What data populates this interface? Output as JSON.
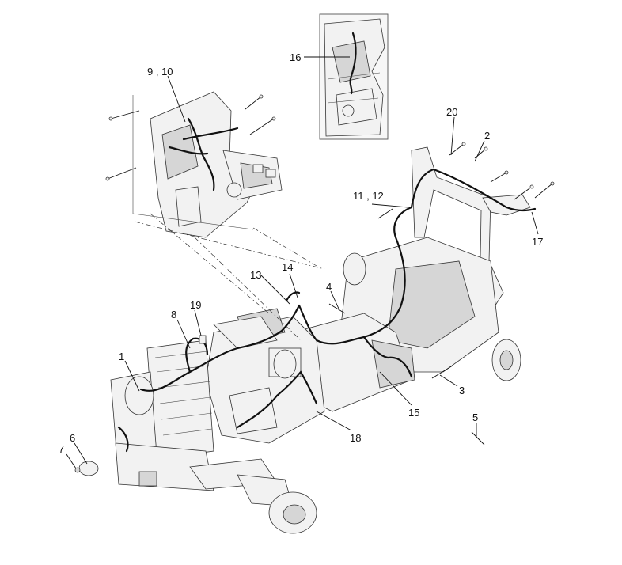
{
  "callouts": {
    "c1": "1",
    "c2": "2",
    "c3": "3",
    "c4": "4",
    "c5": "5",
    "c6": "6",
    "c7": "7",
    "c8": "8",
    "c9_10": "9 , 10",
    "c11_12": "11 , 12",
    "c13": "13",
    "c14": "14",
    "c15": "15",
    "c16": "16",
    "c17": "17",
    "c18": "18",
    "c19": "19",
    "c20": "20"
  },
  "colors": {
    "line": "#111111",
    "fill_light": "#f2f2f2",
    "fill_dark": "#d6d6d6"
  }
}
